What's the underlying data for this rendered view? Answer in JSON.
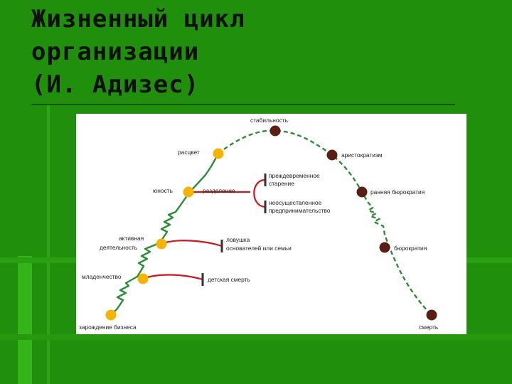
{
  "slide": {
    "title_lines": [
      "Жизненный цикл",
      "организации",
      "(И. Адизес)"
    ]
  },
  "diagram": {
    "stages": {
      "birth": "зарождение бизнеса",
      "infancy": "младенчество",
      "active_1": "активная",
      "active_2": "деятельность",
      "youth": "юность",
      "prime": "расцвет",
      "stability": "стабильность",
      "aristocracy": "аристократизм",
      "early_bureaucracy": "ранняя бюрократия",
      "bureaucracy": "бюрократия",
      "death": "смерть"
    },
    "branches": {
      "separation": "разделение",
      "premature_aging_1": "преждевременное",
      "premature_aging_2": "старение",
      "unrealized_1": "неосуществленное",
      "unrealized_2": "предпринимательство",
      "trap_1": "ловушка",
      "trap_2": "основателей или семьи",
      "infant_death": "детская смерть"
    },
    "colors": {
      "curve": "#2e8b3a",
      "growth_node": "#f5b400",
      "decline_node": "#5a1e14",
      "branch_line": "#d4141d",
      "stop_bar": "#333333"
    }
  }
}
